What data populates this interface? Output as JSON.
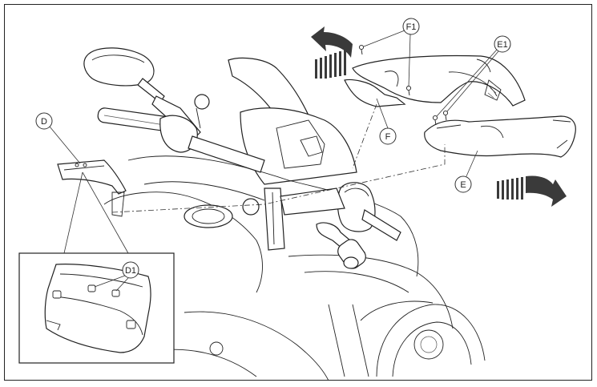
{
  "callouts": {
    "D": "D",
    "D1": "D1",
    "E": "E",
    "E1": "E1",
    "F": "F",
    "F1": "F1"
  },
  "colors": {
    "line": "#222222",
    "arrow": "#3a3a3a",
    "background": "#ffffff"
  }
}
